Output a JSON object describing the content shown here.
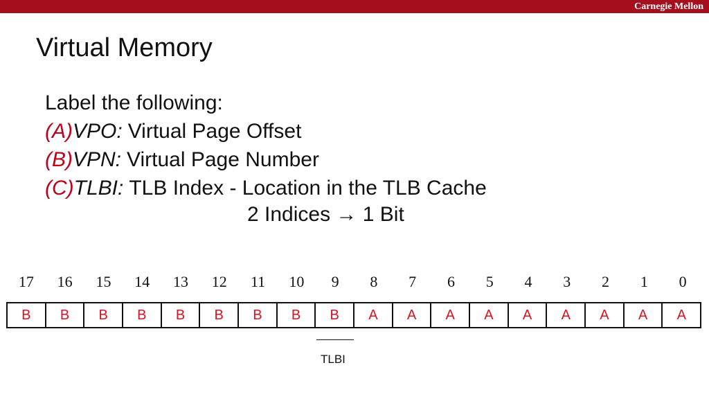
{
  "header": {
    "brand": "Carnegie Mellon",
    "bar_color": "#a50e1c"
  },
  "slide": {
    "title": "Virtual Memory"
  },
  "content": {
    "intro": "Label the following:",
    "items": [
      {
        "tag": "(A)",
        "abbr": "VPO:",
        "desc": "Virtual Page Offset"
      },
      {
        "tag": "(B)",
        "abbr": "VPN:",
        "desc": "Virtual Page Number"
      },
      {
        "tag": "(C)",
        "abbr": "TLBI:",
        "desc": "TLB Index - Location in the TLB Cache"
      }
    ],
    "note": "2 Indices → 1 Bit"
  },
  "bit_diagram": {
    "indices": [
      "17",
      "16",
      "15",
      "14",
      "13",
      "12",
      "11",
      "10",
      "9",
      "8",
      "7",
      "6",
      "5",
      "4",
      "3",
      "2",
      "1",
      "0"
    ],
    "labels": [
      "B",
      "B",
      "B",
      "B",
      "B",
      "B",
      "B",
      "B",
      "B",
      "A",
      "A",
      "A",
      "A",
      "A",
      "A",
      "A",
      "A",
      "A"
    ],
    "blank_label": "TLBI",
    "label_color": "#e0101e"
  }
}
